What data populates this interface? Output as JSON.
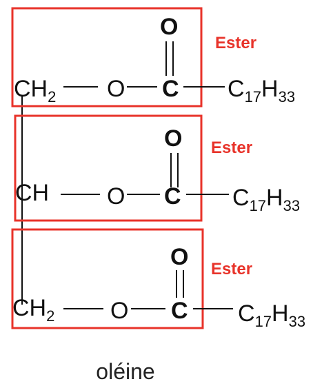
{
  "colors": {
    "box": "#e8332a",
    "label": "#e8332a",
    "ink": "#111111"
  },
  "ester_label": "Ester",
  "oxygen_symbol": "O",
  "carbon_symbol": "C",
  "ch2_main": "CH",
  "ch2_sub": "2",
  "ch_label": "CH",
  "chain": {
    "c": "C",
    "c_sub": "17",
    "h": "H",
    "h_sub": "33"
  },
  "caption": "oléine"
}
